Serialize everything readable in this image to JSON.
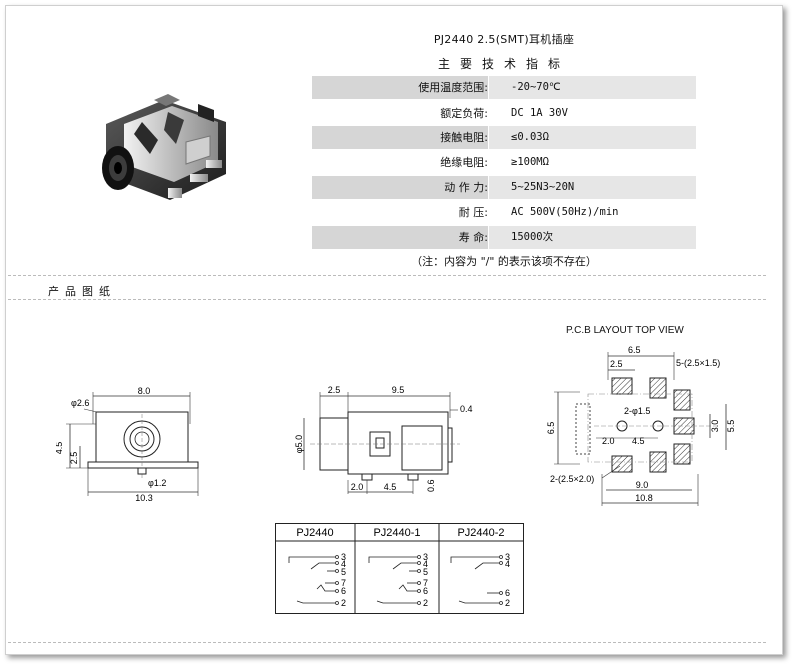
{
  "title": "PJ2440 2.5(SMT)耳机插座",
  "subtitle": "主要技术指标",
  "specs": [
    {
      "label": "使用温度范围:",
      "value": "-20~70℃"
    },
    {
      "label": "额定负荷:",
      "value": "DC 1A 30V"
    },
    {
      "label": "接触电阻:",
      "value": "≤0.03Ω"
    },
    {
      "label": "绝缘电阻:",
      "value": "≥100MΩ"
    },
    {
      "label": "动 作 力:",
      "value": "5~25N3~20N"
    },
    {
      "label": "耐    压:",
      "value": "AC 500V(50Hz)/min"
    },
    {
      "label": "寿    命:",
      "value": "15000次"
    }
  ],
  "note": "（注：内容为 \"/\" 的表示该项不存在）",
  "section_title": "产品图纸",
  "pcb_title": "P.C.B LAYOUT    TOP VIEW",
  "front": {
    "width": "8.0",
    "hole": "φ2.6",
    "h1": "4.5",
    "h2": "2.5",
    "pin": "φ1.2",
    "base": "10.3"
  },
  "side": {
    "d1": "2.5",
    "d2": "9.5",
    "d3": "0.4",
    "dia": "φ5.0",
    "b1": "2.0",
    "b2": "4.5",
    "b3": "0.6"
  },
  "pcb": {
    "w": "6.5",
    "pad": "2.5",
    "pads5": "5-(2.5×1.5)",
    "hole": "2-φ1.5",
    "h": "6.5",
    "v1": "3.0",
    "v2": "5.5",
    "a": "2.0",
    "b": "4.5",
    "pads2": "2-(2.5×2.0)",
    "w2": "9.0",
    "w3": "10.8"
  },
  "schematic": {
    "headers": [
      "PJ2440",
      "PJ2440-1",
      "PJ2440-2"
    ],
    "col1": [
      "3",
      "4",
      "5",
      "7",
      "6",
      "2"
    ],
    "col2": [
      "3",
      "4",
      "5",
      "7",
      "6",
      "2"
    ],
    "col3": [
      "3",
      "4",
      "6",
      "2"
    ]
  }
}
